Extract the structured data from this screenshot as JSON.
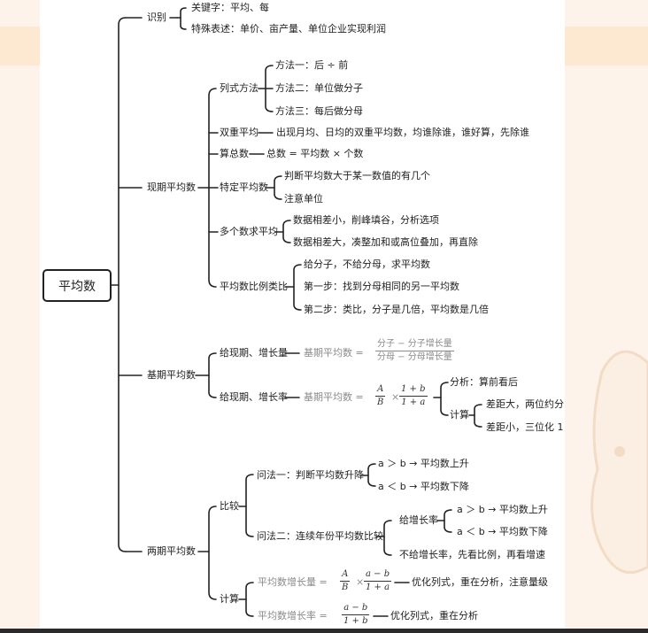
{
  "root": "平均数",
  "l1": {
    "shibie": "识别",
    "xianqi": "现期平均数",
    "jiqi": "基期平均数",
    "liangqi": "两期平均数"
  },
  "shibie": {
    "keyword": "关键字：平均、每",
    "special": "特殊表述：单价、亩产量、单位企业实现利润"
  },
  "xianqi": {
    "lieshi": "列式方法",
    "m1": "方法一：后 ÷ 前",
    "m2": "方法二：单位做分子",
    "m3": "方法三：每后做分母",
    "shuangchong": "双重平均",
    "shuangchong_desc": "出现月均、日均的双重平均数，均谁除谁，谁好算，先除谁",
    "suanzong": "算总数",
    "suanzong_desc": "总数 = 平均数 × 个数",
    "teding": "特定平均数",
    "teding_1": "判断平均数大于某一数值的有几个",
    "teding_2": "注意单位",
    "duoge": "多个数求平均",
    "duoge_1": "数据相差小，削峰填谷，分析选项",
    "duoge_2": "数据相差大，凑整加和或高位叠加，再直除",
    "bili": "平均数比例类比",
    "bili_1": "给分子，不给分母，求平均数",
    "bili_2": "第一步：找到分母相同的另一平均数",
    "bili_3": "第二步：类比，分子是几倍，平均数是几倍"
  },
  "jiqi": {
    "zzl": "给现期、增长量",
    "zzl_formula_lhs": "基期平均数 =",
    "zzl_num": "分子 − 分子增长量",
    "zzl_den": "分母 − 分母增长量",
    "zzr": "给现期、增长率",
    "zzr_formula_lhs": "基期平均数 =",
    "frac1_num": "A",
    "frac1_den": "B",
    "times": "×",
    "frac2_num": "1 + b",
    "frac2_den": "1 + a",
    "fenxi": "分析：算前看后",
    "jisuan": "计算",
    "jisuan_1": "差距大，两位约分",
    "jisuan_2": "差距小，三位化 1"
  },
  "liangqi": {
    "bijiao": "比较",
    "wen1": "问法一：判断平均数升降",
    "wen1_a": "a ＞ b → 平均数上升",
    "wen1_b": "a ＜ b → 平均数下降",
    "wen2": "问法二：连续年份平均数比较",
    "gei": "给增长率",
    "gei_a": "a ＞ b → 平均数上升",
    "gei_b": "a ＜ b → 平均数下降",
    "bugei": "不给增长率，先看比例，再看增速",
    "jisuan": "计算",
    "f1_lhs": "平均数增长量 =",
    "f1_frac1_num": "A",
    "f1_frac1_den": "B",
    "f1_times": "×",
    "f1_frac2_num": "a − b",
    "f1_frac2_den": "1 + a",
    "f1_desc": "优化列式，重在分析，注意量级",
    "f2_lhs": "平均数增长率 =",
    "f2_num": "a − b",
    "f2_den": "1 + b",
    "f2_desc": "优化列式，重在分析"
  }
}
